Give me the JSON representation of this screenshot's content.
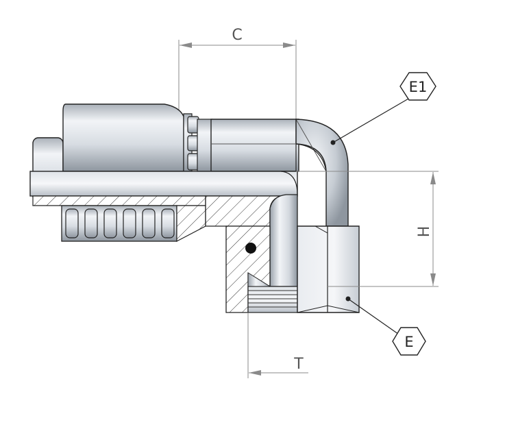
{
  "dimensions": {
    "c_label": "C",
    "h_label": "H",
    "t_label": "T"
  },
  "callouts": {
    "e1_label": "E1",
    "e_label": "E"
  },
  "colors": {
    "line": "#222222",
    "dimension_line": "#8a8a8a",
    "metal_light": "#eef1f5",
    "metal_mid": "#c9cfd6",
    "metal_dark": "#8e969f",
    "hatch": "#333333"
  }
}
